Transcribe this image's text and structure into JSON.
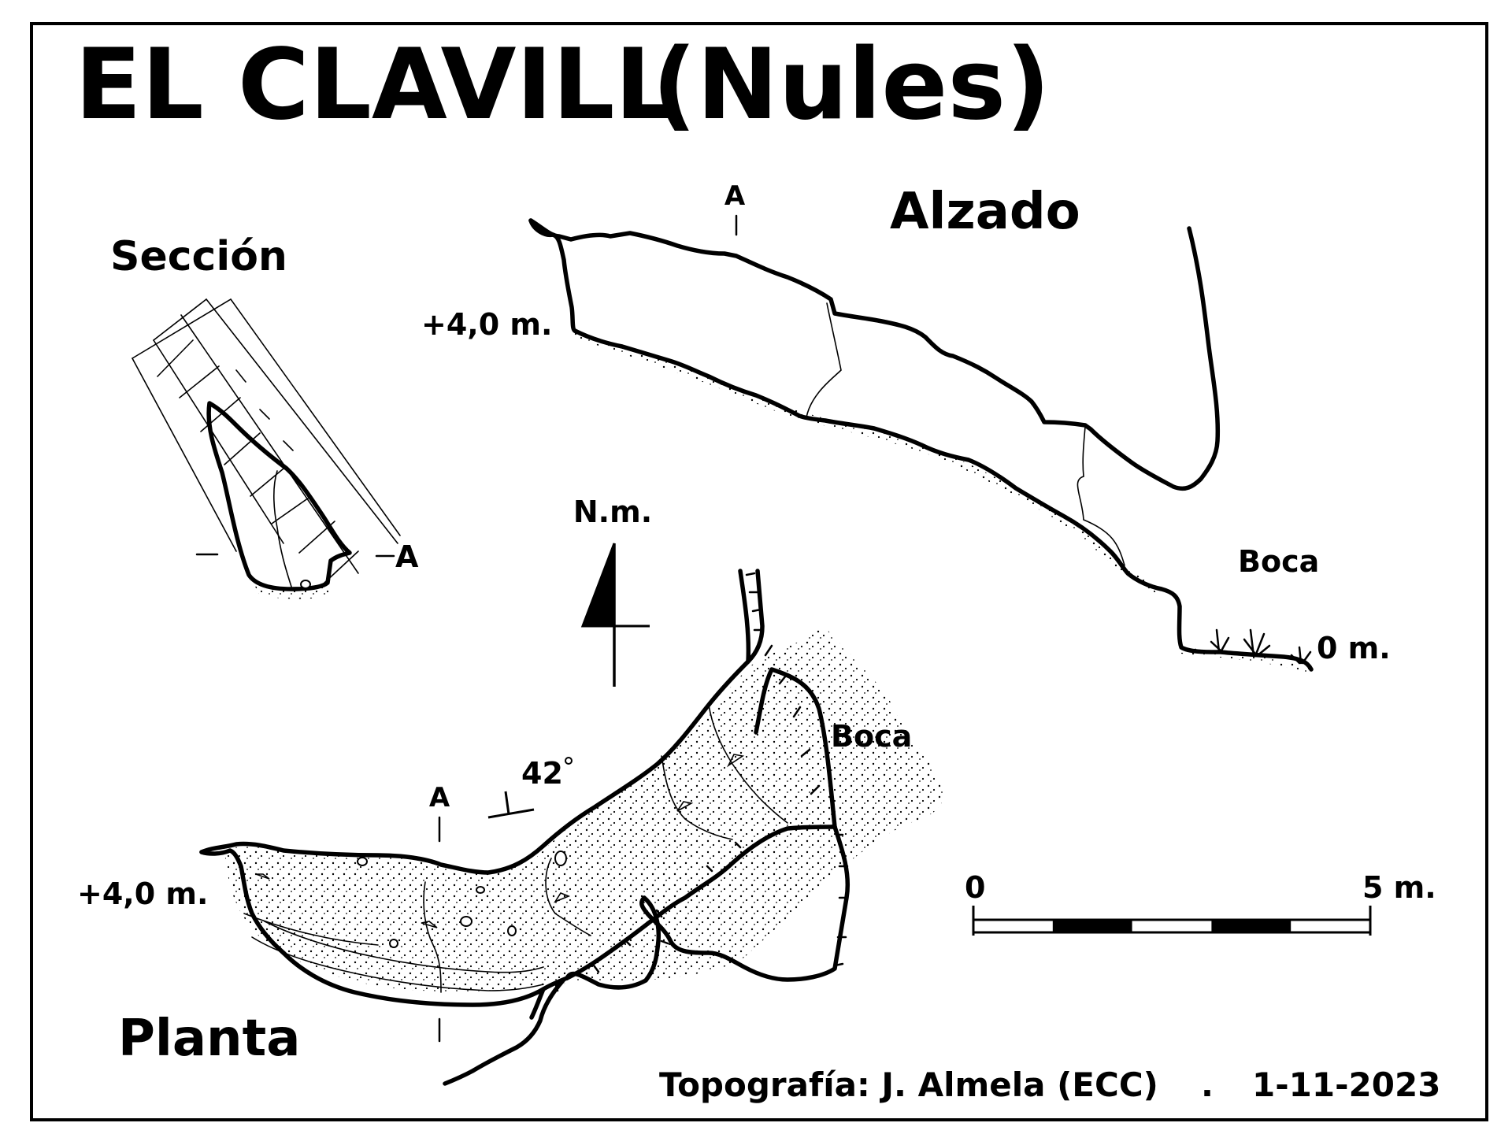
{
  "title": {
    "main": "EL CLAVILL",
    "place": "(Nules)"
  },
  "views": {
    "elevation": "Alzado",
    "section": "Sección",
    "plan": "Planta"
  },
  "labels": {
    "section_marker": "A",
    "section_end": "A",
    "plan_section_marker": "A",
    "elevation_top_level": "+4,0 m.",
    "plan_top_level": "+4,0 m.",
    "elevation_bottom_level": "0 m.",
    "elevation_entrance": "Boca",
    "plan_entrance": "Boca",
    "dip_angle": "42",
    "north": "N.m."
  },
  "scale": {
    "start": "0",
    "end": "5 m.",
    "segments": 5
  },
  "credits": {
    "survey": "Topografía: J. Almela (ECC)",
    "separator": ".",
    "date": "1-11-2023"
  },
  "icons": [
    "north-arrow-icon",
    "strike-dip-icon",
    "vegetation-icon",
    "boulder-icon"
  ]
}
